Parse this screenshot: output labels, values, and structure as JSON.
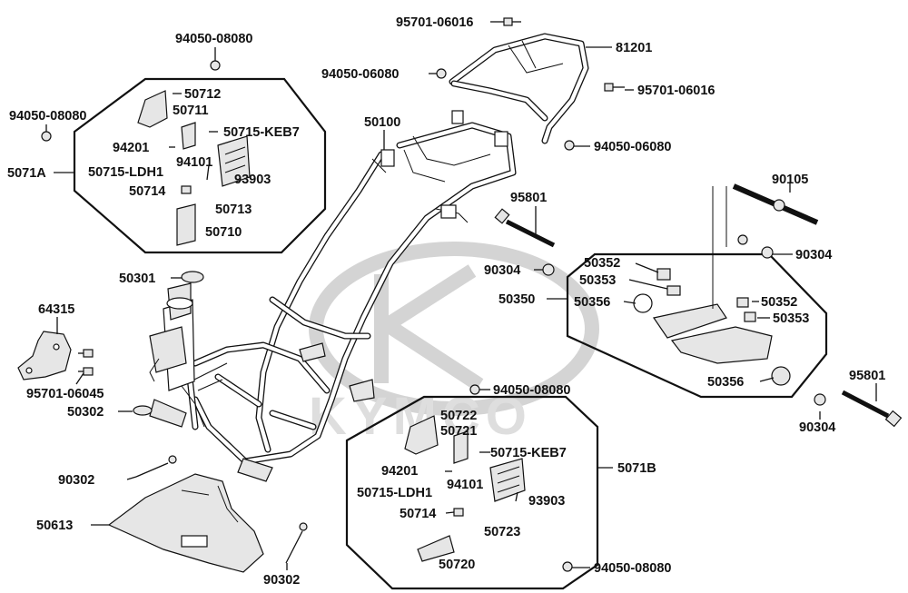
{
  "brand_watermark": "KYMCO",
  "group_labels": {
    "g1": "5071A",
    "g2": "5071B",
    "g3": "50350"
  },
  "part_labels": {
    "p01": "95701-06016",
    "p02": "81201",
    "p03": "94050-08080",
    "p04": "94050-06080",
    "p05": "95701-06016",
    "p06": "50712",
    "p07": "50711",
    "p08": "94050-08080",
    "p09": "50715-KEB7",
    "p10": "50100",
    "p11": "94050-06080",
    "p12": "94201",
    "p13": "94101",
    "p14": "50715-LDH1",
    "p15": "93903",
    "p16": "50714",
    "p17": "50713",
    "p18": "90105",
    "p19": "95801",
    "p20": "50710",
    "p21": "90304",
    "p22": "90304",
    "p23": "50352",
    "p24": "50301",
    "p25": "50353",
    "p26": "64315",
    "p27": "50356",
    "p28": "50352",
    "p29": "50353",
    "p30": "95701-06045",
    "p31": "50356",
    "p32": "95801",
    "p33": "94050-08080",
    "p34": "50722",
    "p35": "50302",
    "p36": "90304",
    "p37": "50721",
    "p38": "50715-KEB7",
    "p39": "5071B",
    "p40": "90302",
    "p41": "94201",
    "p42": "94101",
    "p43": "50715-LDH1",
    "p44": "93903",
    "p45": "50613",
    "p46": "50714",
    "p47": "50723",
    "p48": "50720",
    "p49": "94050-08080",
    "p50": "90302"
  }
}
